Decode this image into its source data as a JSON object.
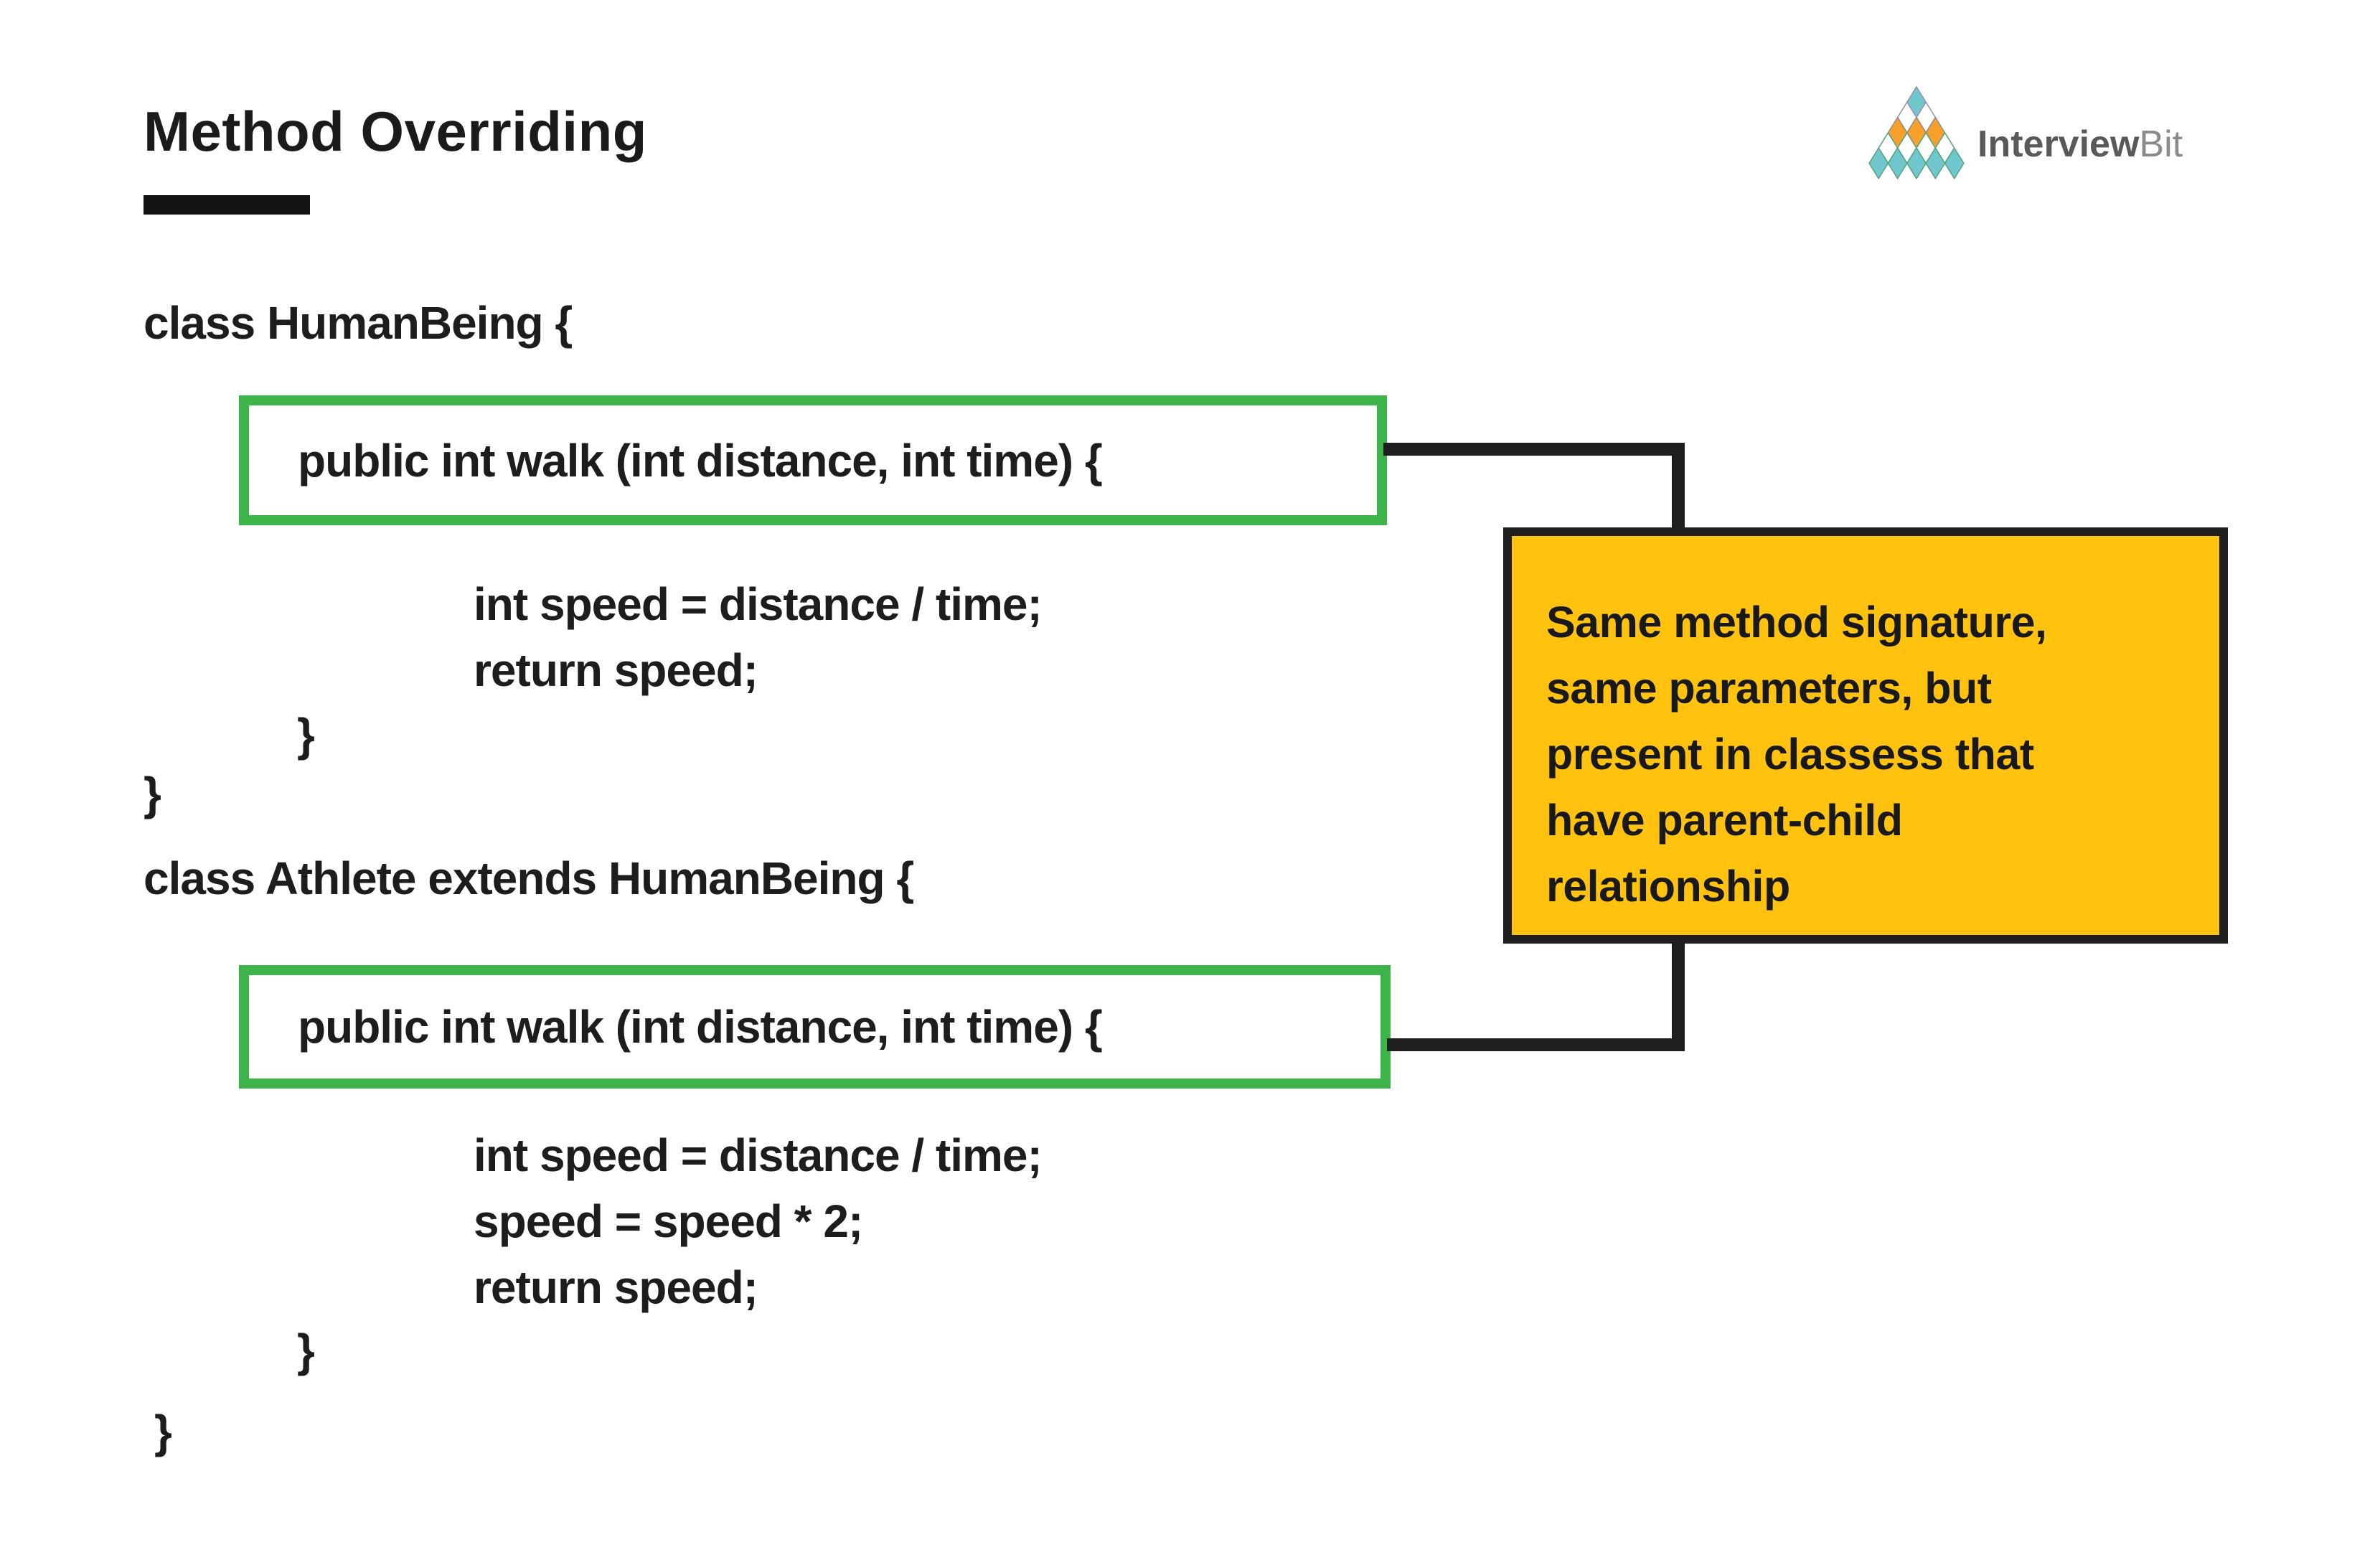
{
  "header": {
    "title": "Method Overriding",
    "logo": {
      "primary": "Interview",
      "secondary": "Bit"
    }
  },
  "code": {
    "class1": {
      "open": "class HumanBeing {",
      "signature": "public int walk (int distance, int time) {",
      "body": [
        "int speed = distance / time;",
        "return speed;"
      ],
      "close_method": "}",
      "close_class": "}"
    },
    "class2": {
      "open": "class Athlete extends HumanBeing {",
      "signature": "public int walk (int distance, int time) {",
      "body": [
        "int speed = distance / time;",
        "speed = speed * 2;",
        "return speed;"
      ],
      "close_method": "}",
      "close_class": "}"
    }
  },
  "callout": {
    "lines": [
      "Same method signature,",
      "same parameters, but",
      "present in classess that",
      "have parent-child",
      "relationship"
    ]
  },
  "colors": {
    "accent_green": "#3cb44a",
    "callout_yellow": "#ffc20e",
    "connector_black": "#1e1e1e",
    "text_dark": "#1d1d1d",
    "logo_teal": "#70c7cd",
    "logo_orange": "#f9a02b",
    "logo_text_primary": "#58595b",
    "logo_text_secondary": "#898a8d"
  }
}
